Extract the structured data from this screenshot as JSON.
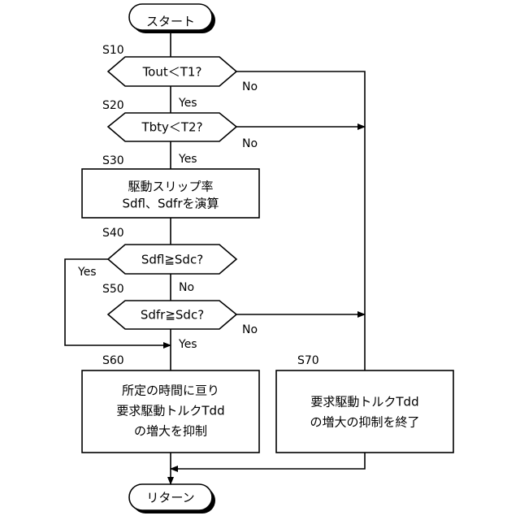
{
  "start": "スタート",
  "end": "リターン",
  "steps": {
    "s10": {
      "id": "S10",
      "text": "Tout＜T1?",
      "yes": "Yes",
      "no": "No"
    },
    "s20": {
      "id": "S20",
      "text": "Tbty＜T2?",
      "yes": "Yes",
      "no": "No"
    },
    "s30": {
      "id": "S30",
      "lines": [
        "駆動スリップ率",
        "Sdfl、Sdfrを演算"
      ]
    },
    "s40": {
      "id": "S40",
      "text": "Sdfl≧Sdc?",
      "yes": "Yes",
      "no": "No"
    },
    "s50": {
      "id": "S50",
      "text": "Sdfr≧Sdc?",
      "yes": "Yes",
      "no": "No"
    },
    "s60": {
      "id": "S60",
      "lines": [
        "所定の時間に亘り",
        "要求駆動トルクTdd",
        "の増大を抑制"
      ]
    },
    "s70": {
      "id": "S70",
      "lines": [
        "要求駆動トルクTdd",
        "の増大の抑制を終了"
      ]
    }
  }
}
